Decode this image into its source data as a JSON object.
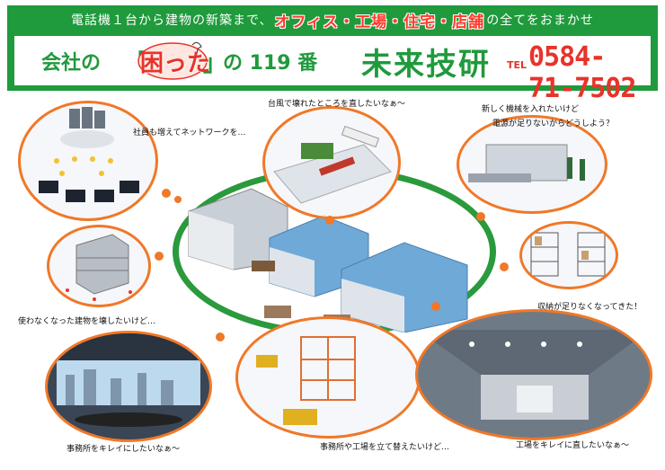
{
  "header": {
    "line1_pre": "電話機１台から建物の新築まで、",
    "line1_highlight": "オフィス・工場・住宅・店舗",
    "line1_post": "の全てをおまかせ",
    "kaisha": "会社の",
    "bracket_open": "「",
    "komatta": "困った",
    "bracket_close": "」",
    "number": "の 119 番",
    "company": "未来技研",
    "tel_label": "TEL",
    "tel": "0584-71-7502"
  },
  "captions": {
    "network": "社員も増えてネットワークを…",
    "typhoon": "台風で壊れたところを直したいなぁ～",
    "machine_1": "新しく機械を入れたいけど",
    "machine_2": "電源が足りないからどうしよう？",
    "storage": "収納が足りなくなってきた！",
    "demolish": "使わなくなった建物を壊したいけど…",
    "office": "事務所をキレイにしたいなぁ～",
    "rebuild": "事務所や工場を立て替えたいけど…",
    "factory": "工場をキレイに直したいなぁ～"
  },
  "colors": {
    "green": "#1f9a3c",
    "red": "#e8332a",
    "orange": "#f07828"
  }
}
